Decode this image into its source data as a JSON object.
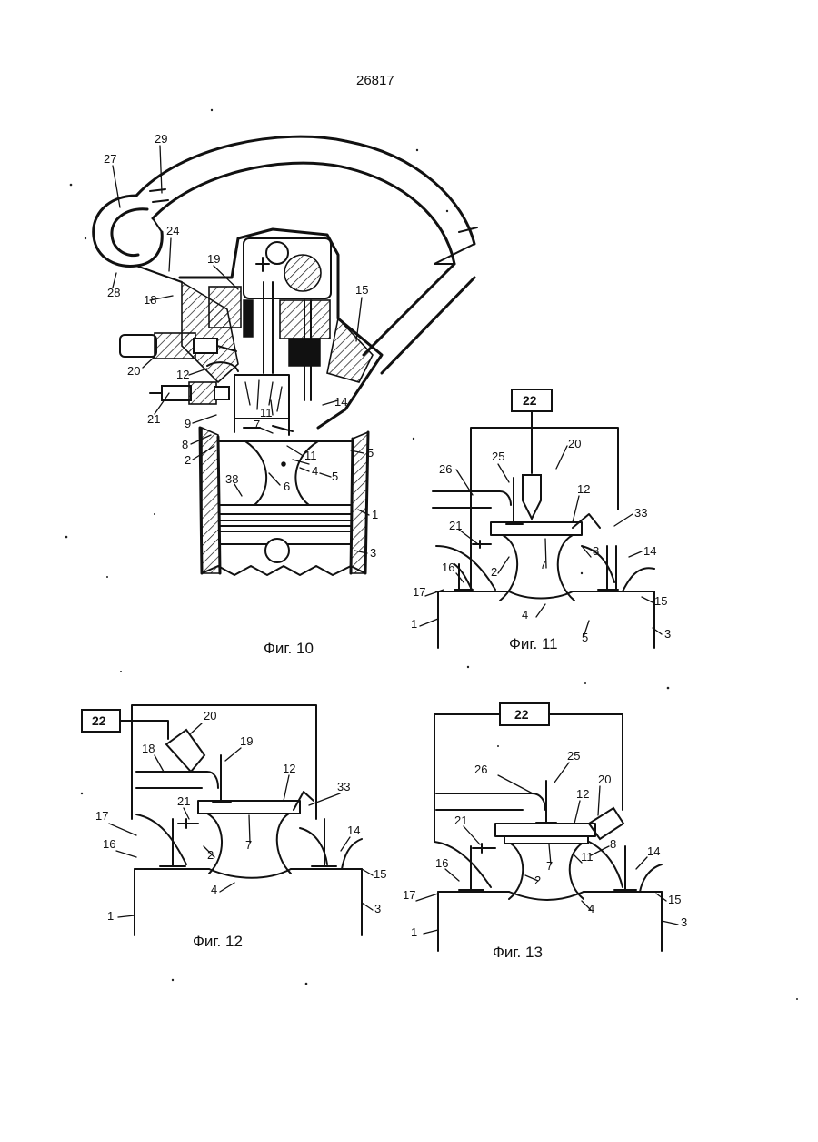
{
  "document": {
    "number": "26817"
  },
  "figures": {
    "fig10": {
      "caption": "Фиг. 10",
      "callouts": [
        "29",
        "27",
        "24",
        "28",
        "19",
        "18",
        "15",
        "20",
        "12",
        "21",
        "11",
        "14",
        "9",
        "7",
        "8",
        "2",
        "11",
        "5",
        "4",
        "38",
        "5",
        "6",
        "1",
        "3"
      ]
    },
    "fig11": {
      "caption": "Фиг. 11",
      "box_label": "22",
      "callouts": [
        "26",
        "25",
        "20",
        "12",
        "33",
        "21",
        "8",
        "14",
        "16",
        "7",
        "2",
        "17",
        "4",
        "15",
        "1",
        "5",
        "3"
      ]
    },
    "fig12": {
      "caption": "Фиг. 12",
      "box_label": "22",
      "callouts": [
        "20",
        "19",
        "18",
        "12",
        "33",
        "21",
        "17",
        "16",
        "2",
        "7",
        "14",
        "15",
        "4",
        "1",
        "3"
      ]
    },
    "fig13": {
      "caption": "Фиг. 13",
      "box_label": "22",
      "callouts": [
        "25",
        "26",
        "20",
        "12",
        "21",
        "8",
        "14",
        "16",
        "7",
        "11",
        "2",
        "17",
        "15",
        "4",
        "1",
        "3"
      ]
    }
  }
}
